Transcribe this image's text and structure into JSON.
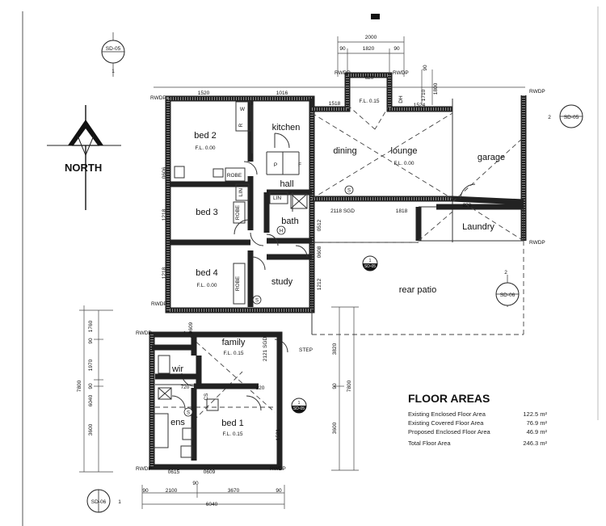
{
  "north": "NORTH",
  "rooms": {
    "bed2": "bed 2",
    "bed2_fl": "F.L. 0.00",
    "kitchen": "kitchen",
    "dining": "dining",
    "lounge": "lounge",
    "lounge_fl": "F.L. 0.00",
    "garage": "garage",
    "hall": "hall",
    "bed3": "bed 3",
    "bath": "bath",
    "laundry": "Laundry",
    "bed4": "bed 4",
    "bed4_fl": "F.L. 0.00",
    "study": "study",
    "rear_patio": "rear patio",
    "family": "family",
    "family_fl": "F.L. 0.15",
    "wir": "wir",
    "ens": "ens",
    "bed1": "bed 1",
    "bed1_fl": "F.L. 0.15",
    "entry_fl": "F.L. 0.15"
  },
  "fixtures": {
    "robe": "ROBE",
    "lin": "LIN",
    "w": "W",
    "r": "R",
    "p": "P",
    "f": "F",
    "s": "S",
    "h": "H",
    "step": "STEP",
    "cs": "CS",
    "dh": "DH",
    "sgd_2121": "2121 SGD",
    "sgd_2118": "2118 SGD"
  },
  "rwdp": "RWDP",
  "section_markers": [
    {
      "ref": "SD-05",
      "num": "1"
    },
    {
      "ref": "SD-05",
      "num": "2"
    },
    {
      "ref": "SD-06",
      "num": "2"
    },
    {
      "ref": "SD-06",
      "num": "1"
    },
    {
      "ref": "SD-05",
      "num": "1"
    },
    {
      "ref": "SD-05",
      "num": "1"
    }
  ],
  "dims": {
    "top_total": "2000",
    "top_90a": "90",
    "top_1820": "1820",
    "top_90b": "90",
    "d620": "620",
    "d1520": "1520",
    "d1016": "1016",
    "d1518": "1518",
    "d1524": "1524",
    "d1710": "1710",
    "d1800": "1800",
    "d90r": "90",
    "d0606a": "0606",
    "d1218a": "1218",
    "d1218b": "1218",
    "d0512": "0512",
    "d0608": "0608",
    "d1212": "1212",
    "d820a": "820",
    "d1818": "1818",
    "d0609a": "0609",
    "d720": "720",
    "d820b": "820",
    "d1521": "1521",
    "d0615": "0615",
    "d0609b": "0609",
    "b90a": "90",
    "b2100": "2100",
    "b90b": "90",
    "b3670": "3670",
    "b90c": "90",
    "b6040": "6040",
    "l1760": "1760",
    "l90a": "90",
    "l1970": "1970",
    "l90b": "90",
    "l3600": "3600",
    "l7800": "7800",
    "l6040": "6040",
    "r3820": "3820",
    "r90": "90",
    "r3600": "3600",
    "r7800": "7800"
  },
  "floor_areas": {
    "title": "FLOOR AREAS",
    "rows": [
      {
        "label": "Existing Enclosed Floor Area",
        "value": "122.5 m²"
      },
      {
        "label": "Existing Covered Floor Area",
        "value": "76.9 m²"
      },
      {
        "label": "Proposed Enclosed Floor Area",
        "value": "46.9 m²"
      }
    ],
    "total": {
      "label": "Total Floor Area",
      "value": "246.3 m²"
    }
  }
}
